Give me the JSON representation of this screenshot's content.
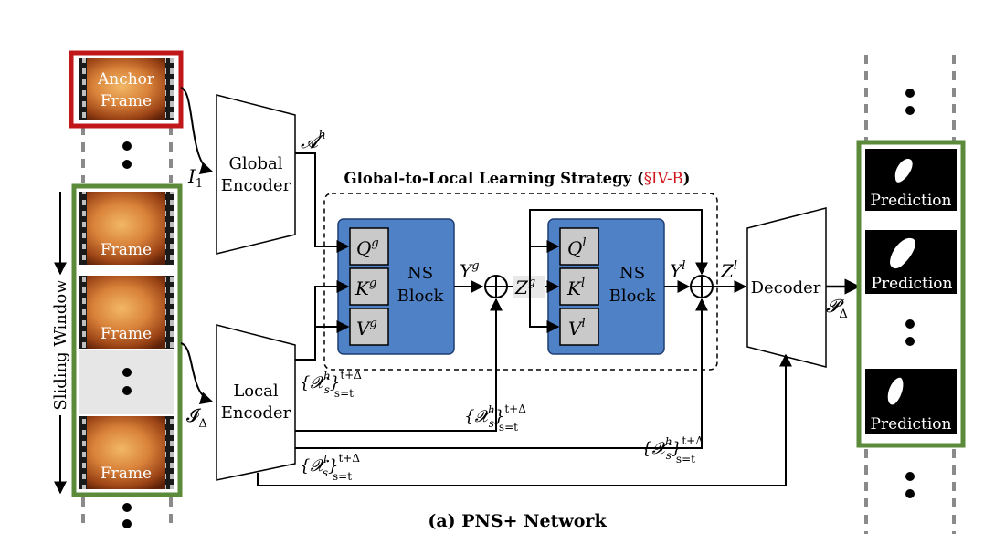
{
  "caption": "(a) PNS+ Network",
  "strategy_title": "Global-to-Local Learning Strategy (",
  "strategy_ref": "§IV-B",
  "strategy_close": ")",
  "frames": {
    "anchor_line1": "Anchor",
    "anchor_line2": "Frame",
    "frame_label": "Frame"
  },
  "sliding_window": "Sliding Window",
  "encoders": {
    "global_line1": "Global",
    "global_line2": "Encoder",
    "local_line1": "Local",
    "local_line2": "Encoder"
  },
  "decoder": "Decoder",
  "ns_block": {
    "line1": "NS",
    "line2": "Block"
  },
  "qkv": {
    "q": "Q",
    "k": "K",
    "v": "V",
    "g": "g",
    "l": "l"
  },
  "symbols": {
    "I": "I",
    "I_sub": "1",
    "I_cal": "𝓘",
    "delta": "Δ",
    "A": "𝓐",
    "h": "h",
    "Y": "Y",
    "Z": "Z",
    "g": "g",
    "l": "l",
    "P_cal": "𝓟",
    "X_set_open": "{𝓧",
    "s": "s",
    "close": "}",
    "t_delta": "t+Δ",
    "s_eq_t": "s=t"
  },
  "prediction_label": "Prediction",
  "colors": {
    "anchor_border": "#c0171b",
    "window_border": "#5a8a3a",
    "prediction_border": "#5a8a3a",
    "ns_block_fill": "#4f81c7",
    "qkv_fill": "#c9c9c9",
    "strategy_ref_color": "#d0141a",
    "frame_bg": "#a4511b"
  }
}
